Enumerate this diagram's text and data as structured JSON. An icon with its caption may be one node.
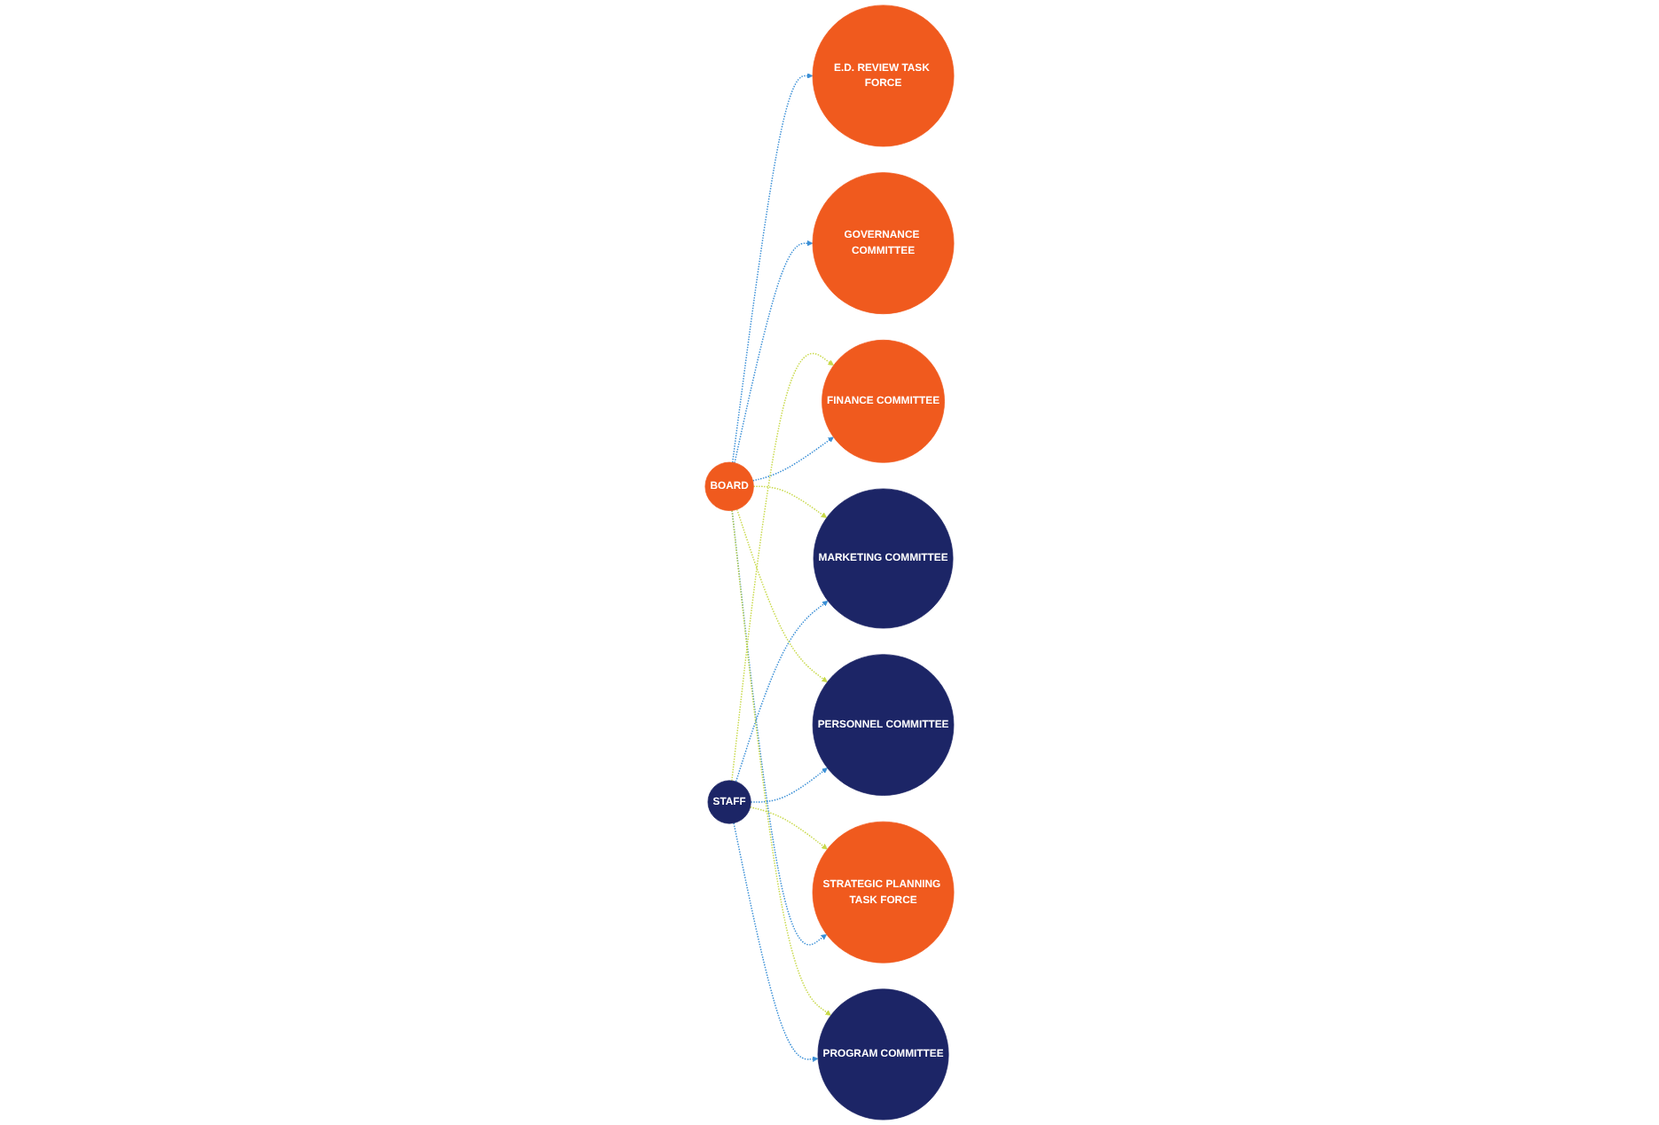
{
  "diagram": {
    "nodes": [
      {
        "text": [
          "FINANCE COMMITTEE"
        ]
      },
      {
        "text": [
          "MARKETING COMMITTEE"
        ]
      },
      {
        "text": [
          "E.D. REVIEW TASK FORCE"
        ]
      },
      {
        "text": [
          "PERSONNEL COMMITTEE"
        ]
      },
      {
        "text": [
          "BOARD"
        ]
      },
      {
        "text": [
          "STAFF"
        ]
      },
      {
        "text": [
          "GOVERNANCE COMMITTEE"
        ]
      },
      {
        "text": [
          "STRATEGIC PLANNING TASK FORCE"
        ]
      },
      {
        "text": [
          "PROGRAM COMMITTEE"
        ]
      }
    ],
    "edges": [
      {
        "from": 4,
        "to": 0,
        "arrow": "to",
        "style": "dashed"
      },
      {
        "from": 4,
        "to": 2,
        "arrow": "to",
        "style": "dashed"
      },
      {
        "from": 4,
        "to": 6,
        "arrow": "to",
        "style": "dashed"
      },
      {
        "from": 4,
        "to": 7,
        "arrow": "to",
        "style": "dashed"
      },
      {
        "from": 5,
        "to": 1,
        "arrow": "to",
        "style": "dashed"
      },
      {
        "from": 5,
        "to": 3,
        "arrow": "to",
        "style": "dashed"
      },
      {
        "from": 5,
        "to": 8,
        "arrow": "to",
        "style": "dashed"
      },
      {
        "from": 4,
        "to": 1,
        "arrow": "to",
        "style": "dashed",
        "color": "#c8d94a"
      },
      {
        "from": 4,
        "to": 3,
        "arrow": "to",
        "style": "dashed",
        "color": "#c8d94a"
      },
      {
        "from": 4,
        "to": 8,
        "arrow": "to",
        "style": "dashed",
        "color": "#c8d94a"
      },
      {
        "from": 5,
        "to": 0,
        "arrow": "to",
        "style": "dashed",
        "color": "#c8d94a"
      },
      {
        "from": 5,
        "to": 7,
        "arrow": "to",
        "style": "dashed",
        "color": "#c8d94a"
      }
    ]
  }
}
